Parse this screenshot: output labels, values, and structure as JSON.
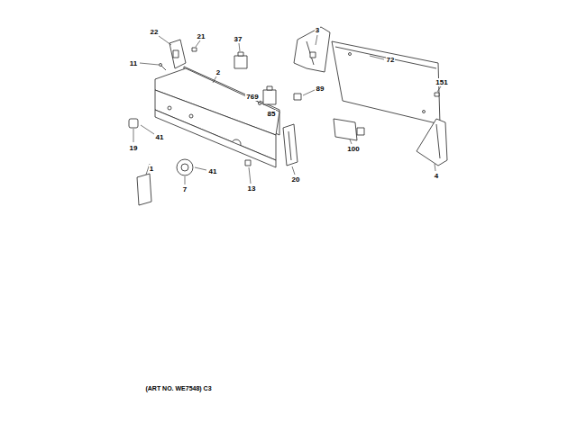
{
  "diagram": {
    "labels": [
      "3",
      "22",
      "21",
      "37",
      "11",
      "72",
      "2",
      "151",
      "89",
      "769",
      "85",
      "41",
      "19",
      "100",
      "41",
      "1",
      "20",
      "4",
      "7",
      "13",
      "(ART NO. WE7548) C3"
    ]
  }
}
